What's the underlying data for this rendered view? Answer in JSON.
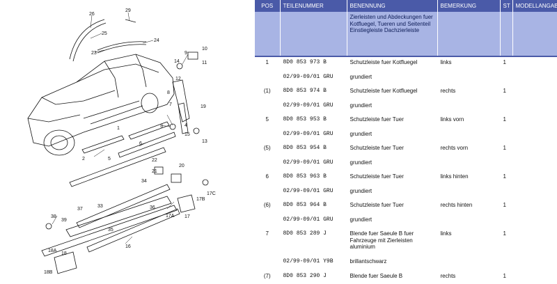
{
  "diagram": {
    "callouts": [
      "26",
      "29",
      "25",
      "23",
      "24",
      "10",
      "9",
      "11",
      "14",
      "12",
      "8",
      "7",
      "19",
      "4",
      "6",
      "3",
      "15",
      "13",
      "1",
      "5",
      "2",
      "22",
      "21",
      "20",
      "17C",
      "17B",
      "17",
      "17A",
      "34",
      "36",
      "33",
      "37",
      "35",
      "38",
      "39",
      "16",
      "18A",
      "18B",
      "18"
    ]
  },
  "table": {
    "headers": {
      "pos": "POS",
      "teilenummer": "TEILENUMMER",
      "benennung": "BENENNUNG",
      "bemerkung": "BEMERKUNG",
      "st": "ST",
      "modellangaben": "MODELLANGABEN"
    },
    "group": "Zierleisten und Abdeckungen fuer Kotfluegel, Tueren und Seitenteil Einstiegleiste Dachzierleiste",
    "rows": [
      {
        "pos": "1",
        "nr": "8D0 853 973 B",
        "ben": "Schutzleiste fuer Kotfluegel",
        "bem": "links",
        "st": "1"
      },
      {
        "pos": "",
        "nr": "02/99-09/01 GRU",
        "ben": "grundiert",
        "bem": "",
        "st": ""
      },
      {
        "pos": "(1)",
        "nr": "8D0 853 974 B",
        "ben": "Schutzleiste fuer Kotfluegel",
        "bem": "rechts",
        "st": "1"
      },
      {
        "pos": "",
        "nr": "02/99-09/01 GRU",
        "ben": "grundiert",
        "bem": "",
        "st": ""
      },
      {
        "pos": "5",
        "nr": "8D0 853 953 B",
        "ben": "Schutzleiste fuer Tuer",
        "bem": "links vorn",
        "st": "1"
      },
      {
        "pos": "",
        "nr": "02/99-09/01 GRU",
        "ben": "grundiert",
        "bem": "",
        "st": ""
      },
      {
        "pos": "(5)",
        "nr": "8D0 853 954 B",
        "ben": "Schutzleiste fuer Tuer",
        "bem": "rechts vorn",
        "st": "1"
      },
      {
        "pos": "",
        "nr": "02/99-09/01 GRU",
        "ben": "grundiert",
        "bem": "",
        "st": ""
      },
      {
        "pos": "6",
        "nr": "8D0 853 963 B",
        "ben": "Schutzleiste fuer Tuer",
        "bem": "links hinten",
        "st": "1"
      },
      {
        "pos": "",
        "nr": "02/99-09/01 GRU",
        "ben": "grundiert",
        "bem": "",
        "st": ""
      },
      {
        "pos": "(6)",
        "nr": "8D0 853 964 B",
        "ben": "Schutzleiste fuer Tuer",
        "bem": "rechts hinten",
        "st": "1"
      },
      {
        "pos": "",
        "nr": "02/99-09/01 GRU",
        "ben": "grundiert",
        "bem": "",
        "st": ""
      },
      {
        "pos": "7",
        "nr": "8D0 853 289 J",
        "ben": "Blende fuer Saeule B fuer Fahrzeuge mit Zierleisten aluminium",
        "bem": "links",
        "st": "1"
      },
      {
        "pos": "",
        "nr": "02/99-09/01 Y9B",
        "ben": "brillantschwarz",
        "bem": "",
        "st": ""
      },
      {
        "pos": "(7)",
        "nr": "8D0 853 290 J",
        "ben": "Blende fuer Saeule B",
        "bem": "rechts",
        "st": "1"
      }
    ]
  }
}
